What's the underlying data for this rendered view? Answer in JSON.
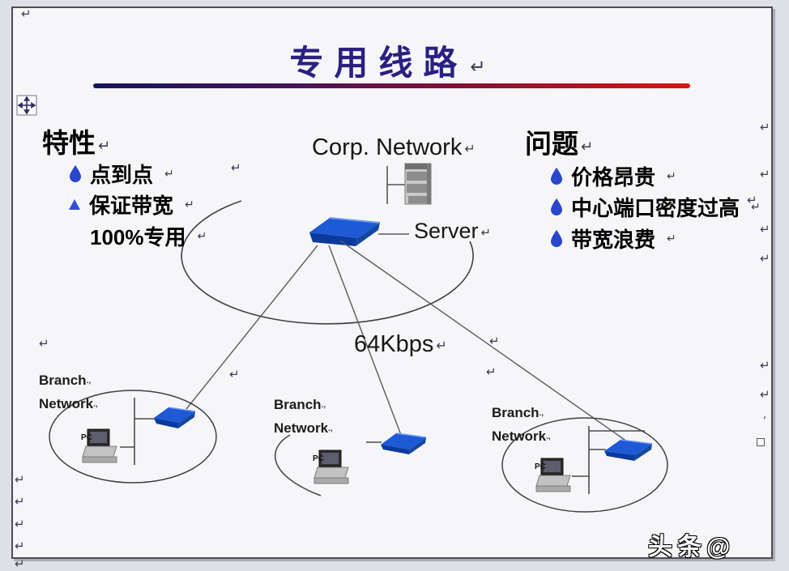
{
  "title": {
    "text": "专用线路"
  },
  "pilcrow": "↵",
  "features": {
    "heading": "特性",
    "items": [
      {
        "bullet": "droplet",
        "text": "点到点"
      },
      {
        "bullet": "triangle",
        "text": "保证带宽"
      },
      {
        "bullet": "none",
        "text": "100%专用"
      }
    ]
  },
  "problems": {
    "heading": "问题",
    "items": [
      {
        "bullet": "droplet",
        "text": "价格昂贵"
      },
      {
        "bullet": "droplet",
        "text": "中心端口密度过高"
      },
      {
        "bullet": "droplet",
        "text": "带宽浪费"
      }
    ]
  },
  "diagram": {
    "corp_network_label": "Corp. Network",
    "server_label": "Server",
    "link_speed_label": "64Kbps",
    "branch_label_line1": "Branch",
    "branch_label_line2": "Network",
    "branch_suffix": ".,",
    "pc_label": "PC"
  },
  "watermark": "头条@",
  "colors": {
    "title": "#2a2080",
    "gradient_start": "#15155a",
    "gradient_end": "#d81515",
    "bullet_blue": "#2946cc",
    "router_blue_top": "#1e59d6",
    "router_blue_front": "#0b3a9e",
    "line_gray": "#5a5a5a"
  }
}
